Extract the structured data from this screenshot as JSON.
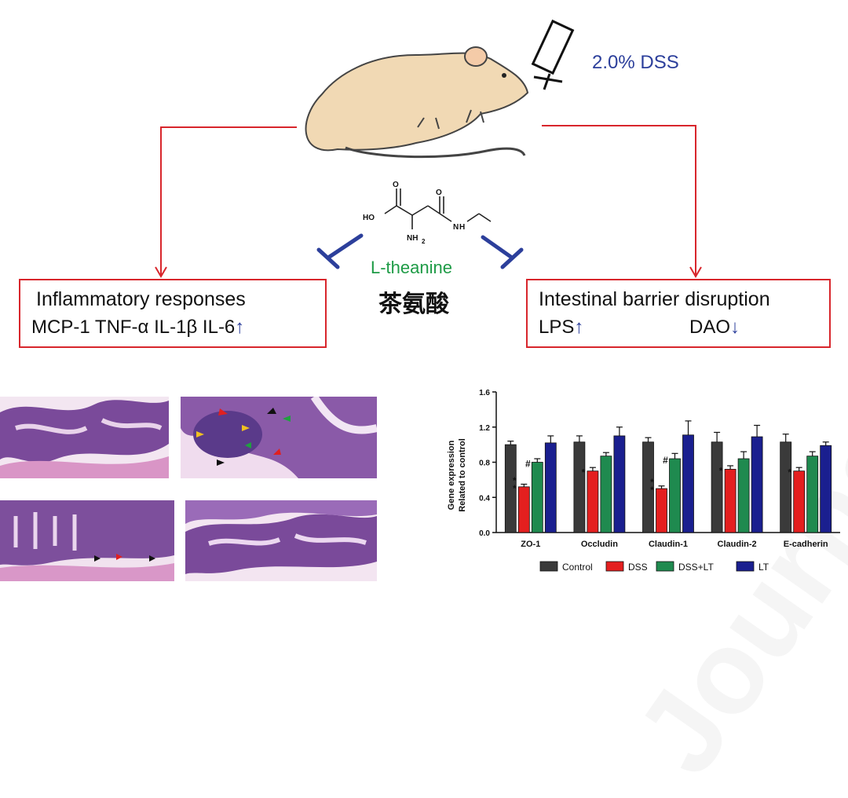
{
  "dss_label": "2.0% DSS",
  "compound": {
    "name": "L-theanine",
    "chinese_name": "茶氨酸",
    "atoms": {
      "oxygen": "O",
      "hydroxyl": "HO",
      "amine": "NH",
      "amine_subscript": "2",
      "amide_nh": "N",
      "amide_h": "H"
    }
  },
  "left_box": {
    "title": "Inflammatory responses",
    "markers": "MCP-1 TNF-α  IL-1β IL-6",
    "arrow": "↑"
  },
  "right_box": {
    "title": "Intestinal barrier disruption",
    "marker1": "LPS",
    "arrow1": "↑",
    "marker2": "DAO",
    "arrow2": "↓"
  },
  "colors": {
    "connector_red": "#d8262c",
    "inhibit_blue": "#2c3f9b",
    "label_green": "#1e9b46",
    "tissue_purple": "#6b3a8f",
    "tissue_pink": "#e8b7d8"
  },
  "histology_arrow_colors": [
    "#e02020",
    "#111111",
    "#f0c020",
    "#20a040"
  ],
  "watermark": "Journal Pre-proofs",
  "chart_data": {
    "type": "bar",
    "ylabel": "Gene expression\nRelated to control",
    "ylim": [
      0,
      1.6
    ],
    "yticks": [
      "0.0",
      "0.4",
      "0.8",
      "1.2",
      "1.6"
    ],
    "categories": [
      "ZO-1",
      "Occludin",
      "Claudin-1",
      "Claudin-2",
      "E-cadherin"
    ],
    "series": [
      {
        "name": "Control",
        "color": "#3a3a3a",
        "values": [
          1.0,
          1.03,
          1.03,
          1.03,
          1.03
        ],
        "errors": [
          0.04,
          0.07,
          0.05,
          0.11,
          0.09
        ]
      },
      {
        "name": "DSS",
        "color": "#e41f1f",
        "values": [
          0.52,
          0.7,
          0.5,
          0.72,
          0.7
        ],
        "errors": [
          0.03,
          0.04,
          0.03,
          0.04,
          0.04
        ]
      },
      {
        "name": "DSS+LT",
        "color": "#1f8a4f",
        "values": [
          0.8,
          0.87,
          0.84,
          0.84,
          0.87
        ],
        "errors": [
          0.04,
          0.04,
          0.06,
          0.08,
          0.05
        ]
      },
      {
        "name": "LT",
        "color": "#1a1f8f",
        "values": [
          1.02,
          1.1,
          1.11,
          1.09,
          0.99
        ],
        "errors": [
          0.08,
          0.1,
          0.16,
          0.13,
          0.04
        ]
      }
    ],
    "annotations": [
      {
        "category": "ZO-1",
        "series": "DSS",
        "text": "*\n*"
      },
      {
        "category": "ZO-1",
        "series": "DSS+LT",
        "text": "#"
      },
      {
        "category": "Occludin",
        "series": "DSS",
        "text": "*"
      },
      {
        "category": "Claudin-1",
        "series": "DSS",
        "text": "*\n*"
      },
      {
        "category": "Claudin-1",
        "series": "DSS+LT",
        "text": "#"
      },
      {
        "category": "Claudin-2",
        "series": "DSS",
        "text": "*"
      },
      {
        "category": "E-cadherin",
        "series": "DSS",
        "text": "*"
      }
    ],
    "legend_placement": "bottom"
  }
}
